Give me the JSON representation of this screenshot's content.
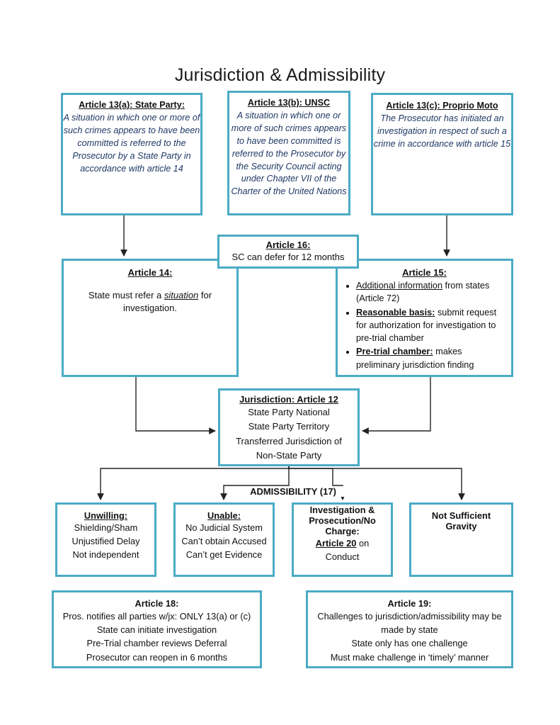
{
  "page": {
    "title": "Jurisdiction & Admissibility",
    "accent_border_color": "#4BABC4",
    "italic_text_color": "#1F3864",
    "text_color": "#111111",
    "background": "#FFFFFF"
  },
  "trigger_boxes": {
    "article_13a": {
      "heading": "Article 13(a): State Party:",
      "body": "A situation in which one or more of such crimes appears to have been committed is referred to the Prosecutor by a State Party in accordance with article 14"
    },
    "article_13b": {
      "heading": "Article 13(b): UNSC",
      "body": "A situation in which one or more of such crimes appears to have been committed is referred to the Prosecutor by the Security Council acting under Chapter VII of the Charter of the United Nations"
    },
    "article_13c": {
      "heading": "Article 13(c): Proprio Moto",
      "body": "The  Prosecutor has initiated an investigation in respect  of such a crime in accordance with article 15"
    }
  },
  "middle": {
    "article_14": {
      "heading": "Article 14:",
      "body_before": "State must refer a ",
      "body_emphasis": "situation",
      "body_after": " for investigation."
    },
    "article_16": {
      "heading": "Article 16:",
      "body": "SC can defer for 12 months"
    },
    "article_15": {
      "heading": "Article 15:",
      "bullets": [
        {
          "lead": "Additional information",
          "lead_style": "underline",
          "rest": " from states (Article 72)"
        },
        {
          "lead": "Reasonable basis:",
          "lead_style": "bold-underline",
          "rest": " submit request for authorization for investigation to pre-trial chamber"
        },
        {
          "lead": "Pre-trial chamber:",
          "lead_style": "bold-underline",
          "rest": " makes preliminary jurisdiction finding"
        }
      ]
    }
  },
  "jurisdiction": {
    "heading": "Jurisdiction: Article 12",
    "lines": [
      "State Party National",
      "State Party Territory",
      "Transferred Jurisdiction of",
      "Non-State Party"
    ]
  },
  "admissibility": {
    "label": "ADMISSIBILITY (17)",
    "boxes": [
      {
        "heading": "Unwilling:",
        "lines": [
          "Shielding/Sham",
          "Unjustified Delay",
          "Not independent"
        ]
      },
      {
        "heading": "Unable:",
        "lines": [
          "No Judicial System",
          "Can’t obtain Accused",
          "Can’t get Evidence"
        ]
      },
      {
        "heading_line1": "Investigation &",
        "heading_line2": "Prosecution/No",
        "heading_line3": "Charge:",
        "article_link": "Article 20",
        "article_rest": " on",
        "lines": [
          "Conduct"
        ]
      },
      {
        "heading_line1": "Not Sufficient",
        "heading_line2": "Gravity"
      }
    ]
  },
  "bottom": {
    "article_18": {
      "heading": "Article 18:",
      "lines": [
        "Pros. notifies all parties w/jx: ONLY 13(a) or (c)",
        "State can initiate investigation",
        "Pre-Trial chamber reviews Deferral",
        "Prosecutor can reopen in 6 months"
      ]
    },
    "article_19": {
      "heading": "Article 19:",
      "lines": [
        "Challenges to jurisdiction/admissibility may be",
        "made by state",
        "State only has one challenge",
        "Must make challenge in ‘timely’ manner"
      ]
    }
  }
}
